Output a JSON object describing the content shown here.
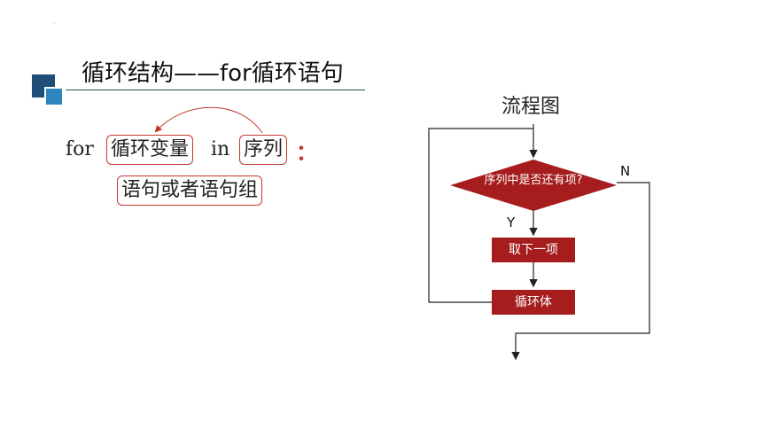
{
  "slide": {
    "title": "循环结构——for循环语句",
    "dot": "·"
  },
  "syntax": {
    "for_kw": "for",
    "var_box": "循环变量",
    "in_kw": "in",
    "seq_box": "序列",
    "colon": "：",
    "body_box": "语句或者语句组"
  },
  "flowchart": {
    "title": "流程图",
    "decision": "序列中是否还有项?",
    "yes_label": "Y",
    "no_label": "N",
    "step1": "取下一项",
    "step2": "循环体"
  },
  "colors": {
    "accent_red": "#c0392b",
    "process_fill": "#a61d1d",
    "logo_dark": "#1f4e79",
    "logo_light": "#2e86c1"
  }
}
